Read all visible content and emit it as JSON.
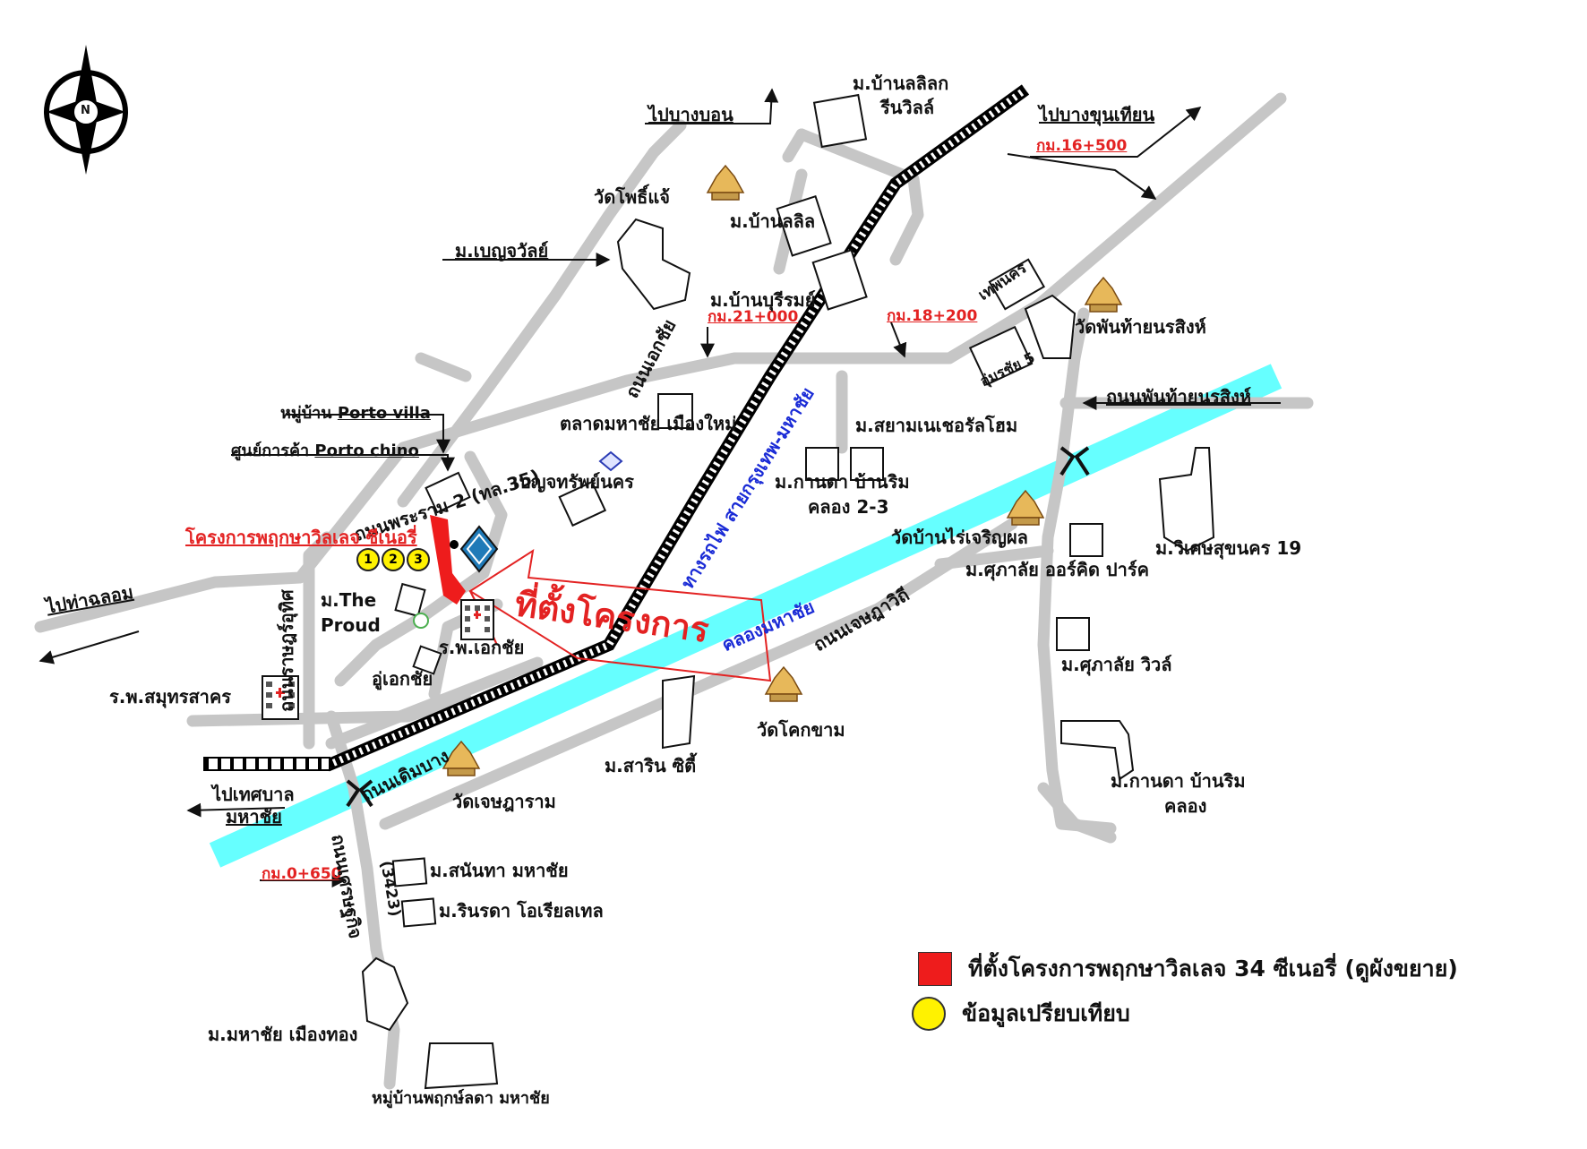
{
  "compass": {
    "letter": "N"
  },
  "directions": {
    "bang_bon": "ไปบางบอน",
    "bang_khun_thian": "ไปบางขุนเทียน",
    "tha_chalom": "ไปท่าฉลอม",
    "thesaban_1": "ไปเทศบาล",
    "thesaban_2": "มหาชัย"
  },
  "km_markers": {
    "km16": "กม.16+500",
    "km21": "กม.21+000",
    "km18": "กม.18+200",
    "km0": "กม.0+650"
  },
  "villages": {
    "ban_lalil_rinville_1": "ม.บ้านลลิลก",
    "ban_lalil_rinville_2": "รีนวิลล์",
    "ban_lalil": "ม.บ้านลลิล",
    "benjawan": "ม.เบญจวัลย์",
    "burirom": "ม.บ้านบุรีรมย์",
    "siam_nature": "ม.สยามเนเชอรัลโฮม",
    "kanda_1": "ม.กานดา บ้านริม",
    "kanda_2": "คลอง 2-3",
    "the_proud_1": "ม.The",
    "the_proud_2": "Proud",
    "wisetsuk": "ม.วิเศษสุขนคร 19",
    "supalai_orchid": "ม.ศุภาลัย ออร์คิด ปาร์ค",
    "supalai_ville": "ม.ศุภาลัย วิวล์",
    "kanda_khlong_1": "ม.กานดา บ้านริม",
    "kanda_khlong_2": "คลอง",
    "sarin": "ม.สาริน ซิตี้",
    "sananta": "ม.สนันทา มหาชัย",
    "rinrada": "ม.รินรดา โอเรียลเทล",
    "mahachai_muangthong": "ม.มหาชัย เมืองทอง",
    "pruklada": "หมู่บ้านพฤกษ์ลดา มหาชัย",
    "porto_villa_prefix": "หมู่บ้าน",
    "porto_villa": "Porto villa",
    "porto_chino_prefix": "ศูนย์การค้า",
    "porto_chino": "Porto chino"
  },
  "temples": {
    "pho_chae": "วัดโพธิ์แจ้",
    "phanthai": "วัดพันท้ายนรสิงห์",
    "ban_rai": "วัดบ้านไร่เจริญผล",
    "khok_kham": "วัดโคกขาม",
    "chetsadaram": "วัดเจษฎาราม"
  },
  "roads": {
    "ekkachai": "ถนนเอกชัย",
    "rama2": "ถนนพระราม 2 (ทล.35)",
    "ratbamrung": "ถนนราษฎร์อุทิศ",
    "phanthai": "ถนนพันท้ายนรสิงห์",
    "chetsada": "ถนนเจษฎาวิถี",
    "doem_bang": "ถนนเดิมบาง",
    "sethakit_1": "ถนนเศรษฐกิจ",
    "sethakit_2": "(3423)",
    "railway": "ทางรถไฟ สายกรุงเทพ-มหาชัย",
    "canal": "คลองมหาชัย"
  },
  "places": {
    "thesanakorn": "เทพนคร",
    "umornchai": "อุ่มรชัย 5",
    "market": "ตลาดมหาชัย เมืองใหม่",
    "benjasap": "เบญจทรัพย์นคร",
    "hospital_ekkachai": "ร.พ.เอกชัย",
    "hospital_samut": "ร.พ.สมุทรสาคร",
    "u_ekkachai": "อู่เอกชัย"
  },
  "project": {
    "name": "โครงการพฤกษาวิลเลจ ซีเนอรี่",
    "callout": "ที่ตั้งโครงการ",
    "markers": [
      "1",
      "2",
      "3"
    ]
  },
  "legend": {
    "project": "ที่ตั้งโครงการพฤกษาวิลเลจ 34 ซีเนอรี่ (ดูผังขยาย)",
    "compare": "ข้อมูลเปรียบเทียบ"
  },
  "colors": {
    "road": "#c6c6c6",
    "canal": "#66ffff",
    "project": "#ee1c1c",
    "marker": "#fff200",
    "km": "#e32222",
    "railway_label": "#1a2bd6"
  }
}
